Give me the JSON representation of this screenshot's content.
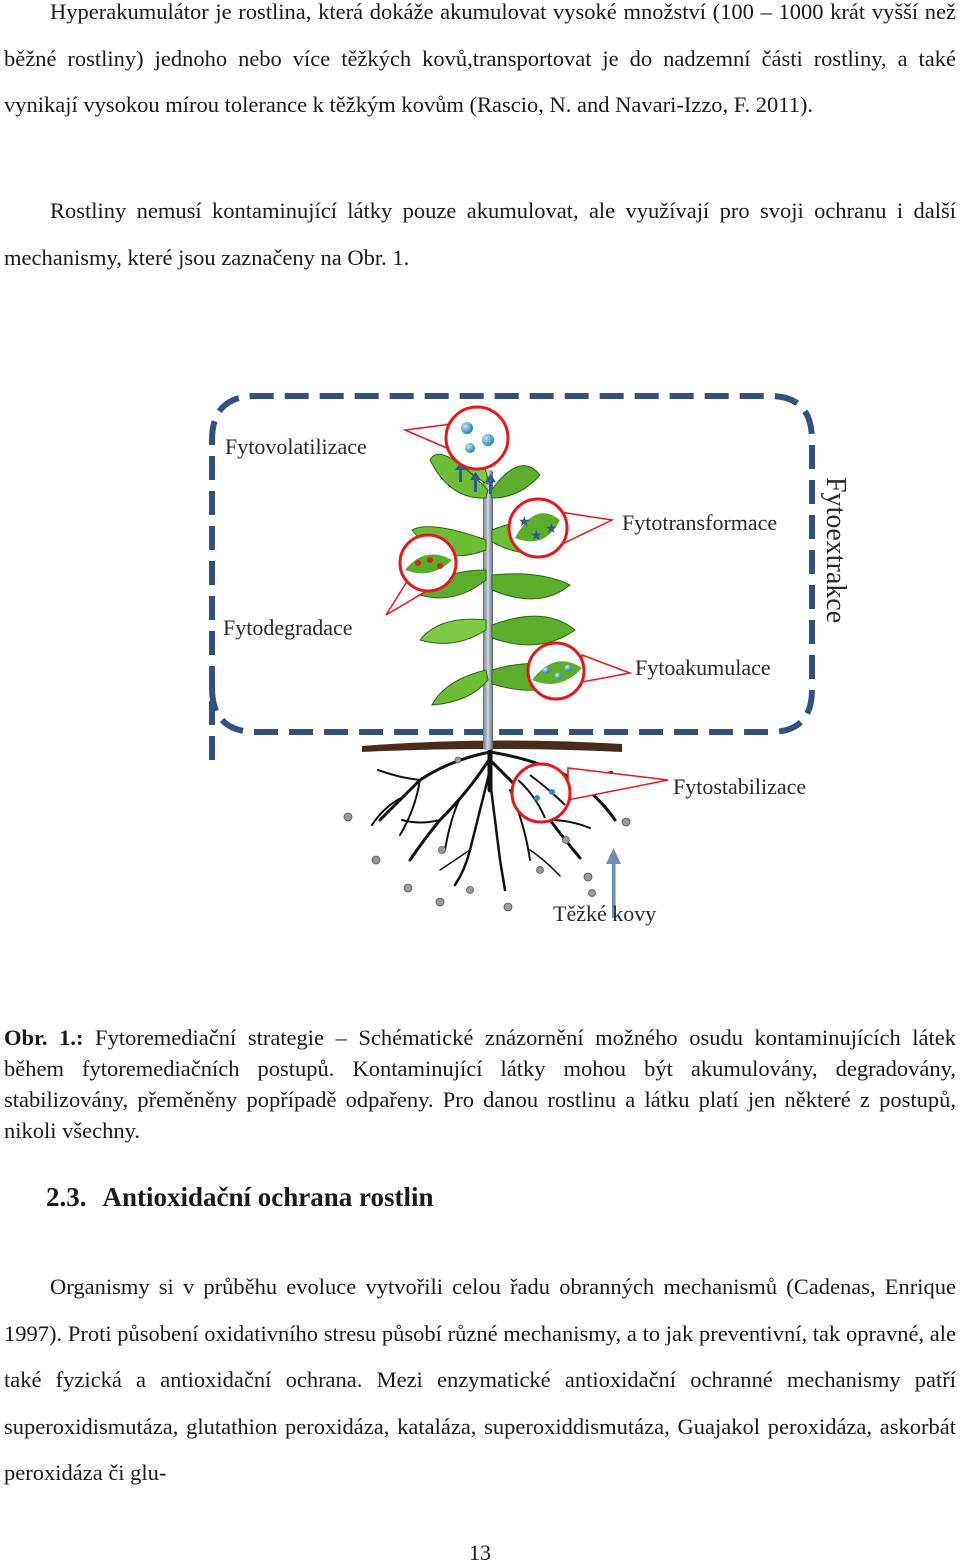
{
  "paragraphs": {
    "p1": "Hyperakumulátor je rostlina, která dokáže akumulovat vysoké množství (100 – 1000 krát vyšší než běžné rostliny) jednoho nebo více těžkých kovů,transportovat je do nadzemní části rostliny, a také vynikají vysokou mírou tolerance k těžkým kovům (Rascio, N. and Navari-Izzo, F. 2011).",
    "p2": "Rostliny nemusí kontaminující látky pouze akumulovat, ale využívají pro svoji ochranu i další mechanismy, které jsou zaznačeny na Obr. 1.",
    "p3": "Organismy si v průběhu evoluce vytvořili celou řadu obranných mechanismů (Cadenas, Enrique 1997). Proti působení oxidativního stresu působí různé mechanismy, a to jak preventivní, tak opravné, ale také fyzická a antioxidační ochrana. Mezi enzymatické antioxidační ochranné mechanismy patří superoxidismutáza, glutathion peroxidáza, kataláza, superoxiddismutáza, Guajakol peroxidáza, askorbát peroxidáza či glu-"
  },
  "figure": {
    "labels": {
      "volatilization": "Fytovolatilizace",
      "transformation": "Fytotransformace",
      "extraction": "Fytoextrakce",
      "degradation": "Fytodegradace",
      "accumulation": "Fytoakumulace",
      "stabilization": "Fytostabilizace",
      "heavy_metals": "Těžké kovy"
    },
    "colors": {
      "frame": "#34507c",
      "highlight": "#e3191e",
      "leaf": "#5cad2c",
      "soil": "#4a2c1a",
      "metal": "#2a8fc0"
    }
  },
  "caption": {
    "label": "Obr. 1.:",
    "text": " Fytoremediační strategie – Schématické znázornění možného osudu kontaminujících látek během fytoremediačních postupů. Kontaminující látky mohou být akumulovány, degradovány, stabilizovány, přeměněny popřípadě odpařeny. Pro danou rostlinu a látku platí jen některé z postupů, nikoli všechny."
  },
  "section": {
    "number": "2.3.",
    "title": "Antioxidační ochrana rostlin"
  },
  "page_number": "13"
}
